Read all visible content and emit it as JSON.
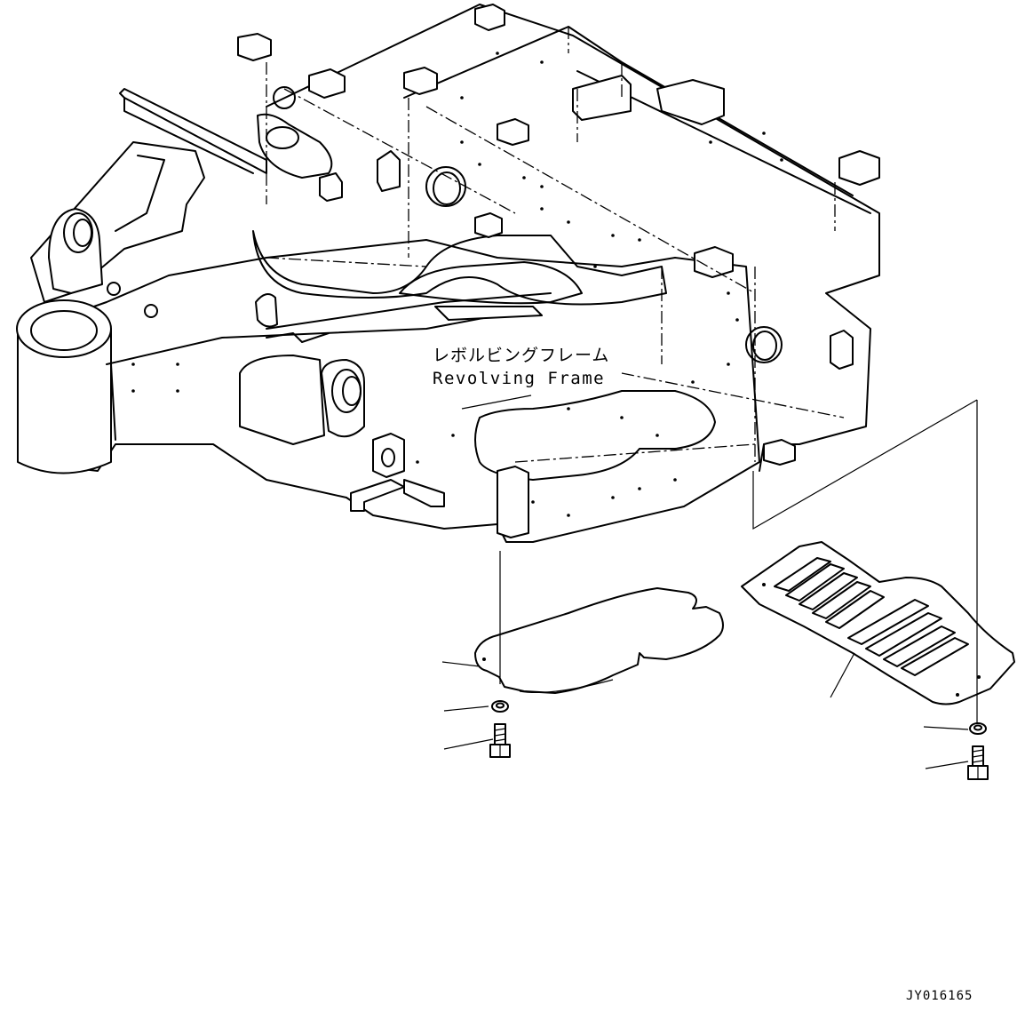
{
  "labels": {
    "frame_name_jp": "レボルビングフレーム",
    "frame_name_en": "Revolving Frame",
    "drawing_code": "JY016165"
  },
  "colors": {
    "line": "#000000",
    "background": "#ffffff"
  }
}
